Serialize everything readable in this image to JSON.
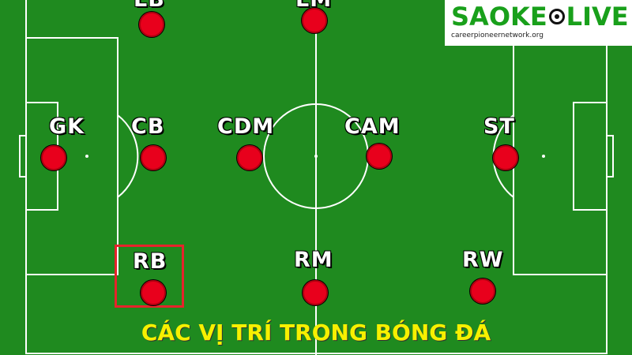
{
  "logo": {
    "brand_left": "SAOKE",
    "brand_right": "LIVE",
    "ball_icon": "soccer-ball-icon",
    "url": "careerpioneernetwork.org"
  },
  "positions": [
    {
      "id": "lb",
      "label": "LB"
    },
    {
      "id": "lm",
      "label": "LM"
    },
    {
      "id": "gk",
      "label": "GK"
    },
    {
      "id": "cb",
      "label": "CB"
    },
    {
      "id": "cdm",
      "label": "CDM"
    },
    {
      "id": "cam",
      "label": "CAM"
    },
    {
      "id": "st",
      "label": "ST"
    },
    {
      "id": "rb",
      "label": "RB"
    },
    {
      "id": "rm",
      "label": "RM"
    },
    {
      "id": "rw",
      "label": "RW"
    }
  ],
  "highlighted_position": "RB",
  "caption": "CÁC VỊ TRÍ TRONG BÓNG ĐÁ",
  "colors": {
    "pitch": "#1f8a1f",
    "lines": "#ffffff",
    "player": "#e8001c",
    "highlight": "#e6232b",
    "caption": "#f7f000",
    "logo_brand": "#19a01b"
  }
}
